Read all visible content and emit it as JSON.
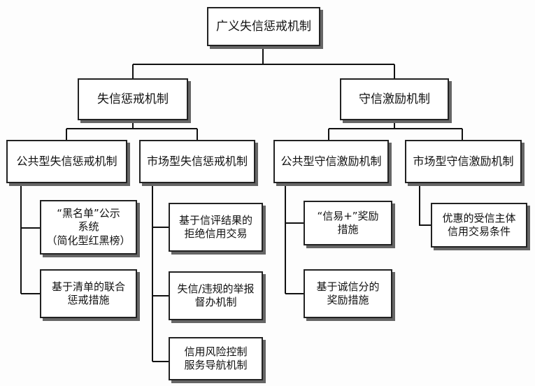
{
  "diagram": {
    "root": {
      "label": "广义失信惩戒机制"
    },
    "l1": {
      "punish": {
        "label": "失信惩戒机制"
      },
      "incent": {
        "label": "守信激励机制"
      }
    },
    "l2": {
      "public_punish": {
        "label": "公共型失信惩戒机制"
      },
      "market_punish": {
        "label": "市场型失信惩戒机制"
      },
      "public_incent": {
        "label": "公共型守信激励机制"
      },
      "market_incent": {
        "label": "市场型守信激励机制"
      }
    },
    "leaves": {
      "blacklist": {
        "lines": [
          "“黑名单”公示",
          "系统",
          "（简化型红黑榜）"
        ]
      },
      "joint_punish": {
        "lines": [
          "基于清单的联合",
          "惩戒措施"
        ]
      },
      "credit_reject": {
        "lines": [
          "基于信评结果的",
          "拒绝信用交易"
        ]
      },
      "report": {
        "lines": [
          "失信/违规的举报",
          "督办机制"
        ]
      },
      "risk_nav": {
        "lines": [
          "信用风险控制",
          "服务导航机制"
        ]
      },
      "xinyi_plus": {
        "lines": [
          "“信易+”奖励",
          "措施"
        ]
      },
      "score_reward": {
        "lines": [
          "基于诚信分的",
          "奖励措施"
        ]
      },
      "preferential": {
        "lines": [
          "优惠的受信主体",
          "信用交易条件"
        ]
      }
    }
  }
}
